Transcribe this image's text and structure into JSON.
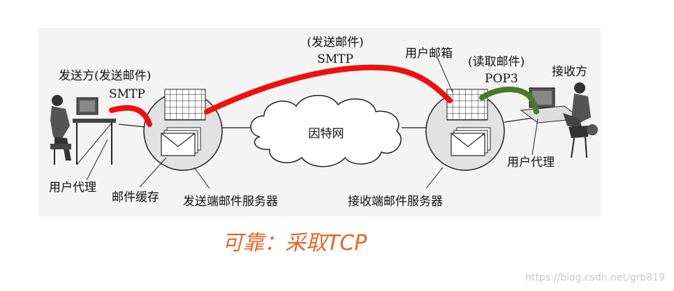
{
  "labels": {
    "sender": "发送方(发送邮件)",
    "sender_protocol": "SMTP",
    "send_path_label": "(发送邮件)",
    "send_path_protocol": "SMTP",
    "mailbox": "用户邮箱",
    "read_label": "(读取邮件)",
    "read_protocol": "POP3",
    "receiver": "接收方",
    "internet": "因特网",
    "user_agent_left": "用户代理",
    "mail_cache": "邮件缓存",
    "send_server": "发送端邮件服务器",
    "recv_server": "接收端邮件服务器",
    "user_agent_right": "用户代理"
  },
  "annotation": {
    "note": "可靠：采取TCP"
  },
  "watermark": "https://blog.csdn.net/grb819",
  "colors": {
    "smtp_line": "#ee1010",
    "pop3_line": "#4a7a2a",
    "handwriting": "#e8642a"
  }
}
